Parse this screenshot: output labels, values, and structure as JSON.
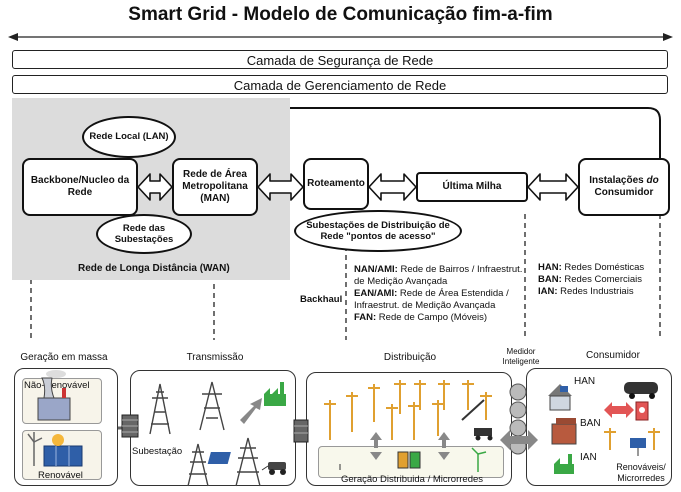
{
  "title": "Smart Grid - Modelo de Comunicação fim-a-fim",
  "layers": {
    "security": "Camada de Segurança de Rede",
    "management": "Camada de Gerenciamento de Rede"
  },
  "network": {
    "lan": "Rede Local (LAN)",
    "backbone": "Backbone/Nucleo da Rede",
    "man": "Rede de Área Metropolitana (MAN)",
    "substation_net": "Rede das Subestações",
    "routing": "Roteamento",
    "last_mile": "Última Milha",
    "consumer_premises_1": "Instalações ",
    "consumer_premises_2": "do",
    "consumer_premises_3": " Consumidor",
    "distribution_substations": "Subestações de Distribuição de Rede \"pontos de acesso\"",
    "wan": "Rede de Longa Distância (WAN)",
    "backhaul": "Backhaul"
  },
  "distribution_list": [
    {
      "term": "NAN/AMI:",
      "desc": " Rede de Bairros / Infraestrut. de Medição Avançada"
    },
    {
      "term": "EAN/AMI:",
      "desc": " Rede de Área Estendida / Infraestrut. de Medição Avançada"
    },
    {
      "term": "FAN:",
      "desc": " Rede de Campo (Móveis)"
    }
  ],
  "consumer_list": [
    {
      "term": "HAN:",
      "desc": " Redes Domésticas"
    },
    {
      "term": "BAN:",
      "desc": " Redes Comerciais"
    },
    {
      "term": "IAN:",
      "desc": " Redes Industriais"
    }
  ],
  "stages": {
    "generation": "Geração em massa",
    "transmission": "Transmissão",
    "distribution": "Distribuição",
    "smart_meter": "Medidor Inteligente",
    "consumer": "Consumidor"
  },
  "bottom": {
    "non_renewable": "Não-Renovável",
    "renewable": "Renovável",
    "substation": "Subestação",
    "distributed_generation": "Geração Distribuida / Microrredes",
    "han": "HAN",
    "ban": "BAN",
    "ian": "IAN",
    "renewables_micro": "Renováveis/ Microrredes"
  },
  "colors": {
    "wan_background": "#dcdcdc",
    "factory_green": "#3aa845",
    "solar_blue": "#2f5fa8",
    "pole_orange": "#e0a030",
    "arrow_gray": "#888888"
  }
}
